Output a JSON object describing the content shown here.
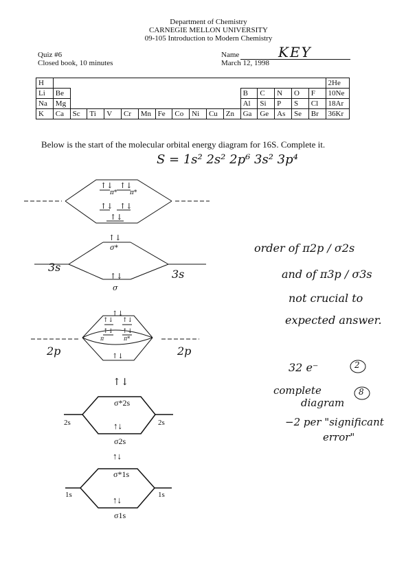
{
  "header": {
    "department": "Department of Chemistry",
    "university": "CARNEGIE MELLON UNIVERSITY",
    "course": "09-105 Introduction to Modern Chemistry"
  },
  "quiz": {
    "number": "Quiz #6",
    "rules": "Closed book, 10 minutes",
    "name_label": "Name",
    "name_value": "KEY",
    "date": "March 12, 1998"
  },
  "periodic_table": {
    "row1": [
      "H",
      "",
      "",
      "",
      "",
      "",
      "",
      "",
      "",
      "",
      "",
      "",
      "",
      "",
      "",
      "",
      "",
      "2He"
    ],
    "row2": [
      "Li",
      "Be",
      "",
      "",
      "",
      "",
      "",
      "",
      "",
      "",
      "",
      "",
      "B",
      "C",
      "N",
      "O",
      "F",
      "10Ne"
    ],
    "row3": [
      "Na",
      "Mg",
      "",
      "",
      "",
      "",
      "",
      "",
      "",
      "",
      "",
      "",
      "Al",
      "Si",
      "P",
      "S",
      "Cl",
      "18Ar"
    ],
    "row4": [
      "K",
      "Ca",
      "Sc",
      "Ti",
      "V",
      "Cr",
      "Mn",
      "Fe",
      "Co",
      "Ni",
      "Cu",
      "Zn",
      "Ga",
      "Ge",
      "As",
      "Se",
      "Br",
      "36Kr"
    ]
  },
  "question": "Below is the start of the molecular orbital energy diagram for 16S. Complete it.",
  "handwritten": {
    "config": "S = 1s² 2s² 2p⁶ 3s² 3p⁴",
    "note_line1": "order of π2p / σ2s",
    "note_line2": "and of π3p / σ3s",
    "note_line3": "not crucial to",
    "note_line4": "expected answer.",
    "label_3s_left": "3s",
    "label_3s_right": "3s",
    "label_2p_left": "2p",
    "label_2p_right": "2p",
    "sigma": "σ",
    "sigma_star": "σ*",
    "pi": "π",
    "pi_star": "π*",
    "electrons": "32 e⁻",
    "points_electrons": "2",
    "complete_diagram_1": "complete",
    "complete_diagram_2": "diagram",
    "points_diagram": "8",
    "penalty_1": "−2 per \"significant",
    "penalty_2": "error\""
  },
  "diagram": {
    "label_2s_left": "2s",
    "label_2s_right": "2s",
    "sigma_2s_star": "σ*2s",
    "sigma_2s": "σ2s",
    "label_1s_left": "1s",
    "label_1s_right": "1s",
    "sigma_1s_star": "σ*1s",
    "sigma_1s": "σ1s",
    "arrows_pair": "↑↓"
  }
}
